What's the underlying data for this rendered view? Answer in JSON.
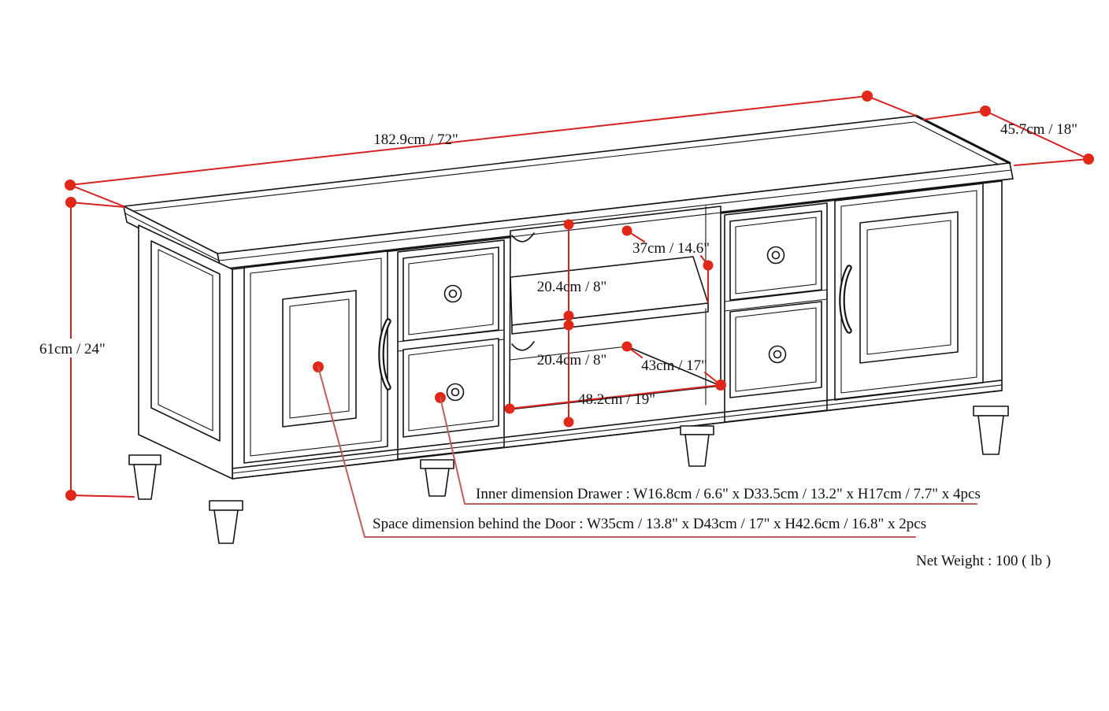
{
  "dims": {
    "width": "182.9cm / 72\"",
    "depth": "45.7cm / 18\"",
    "height": "61cm / 24\"",
    "shelf_height": "37cm / 14.6\"",
    "upper_opening": "20.4cm / 8\"",
    "lower_opening": "20.4cm / 8\"",
    "opening_depth": "43cm / 17\"",
    "opening_width": "48.2cm / 19\""
  },
  "notes": {
    "drawer": "Inner dimension Drawer : W16.8cm / 6.6\" x D33.5cm / 13.2\" x H17cm / 7.7\" x 4pcs",
    "door": "Space dimension behind the Door  : W35cm / 13.8\" x D43cm / 17\" x H42.6cm / 16.8\" x 2pcs",
    "net_weight": "Net Weight : 100 ( lb )"
  },
  "colors": {
    "dimension_red": "#d42320",
    "dot_red": "#e02718",
    "note_red": "#c25b5e",
    "line_black": "#141414",
    "background": "#ffffff"
  }
}
